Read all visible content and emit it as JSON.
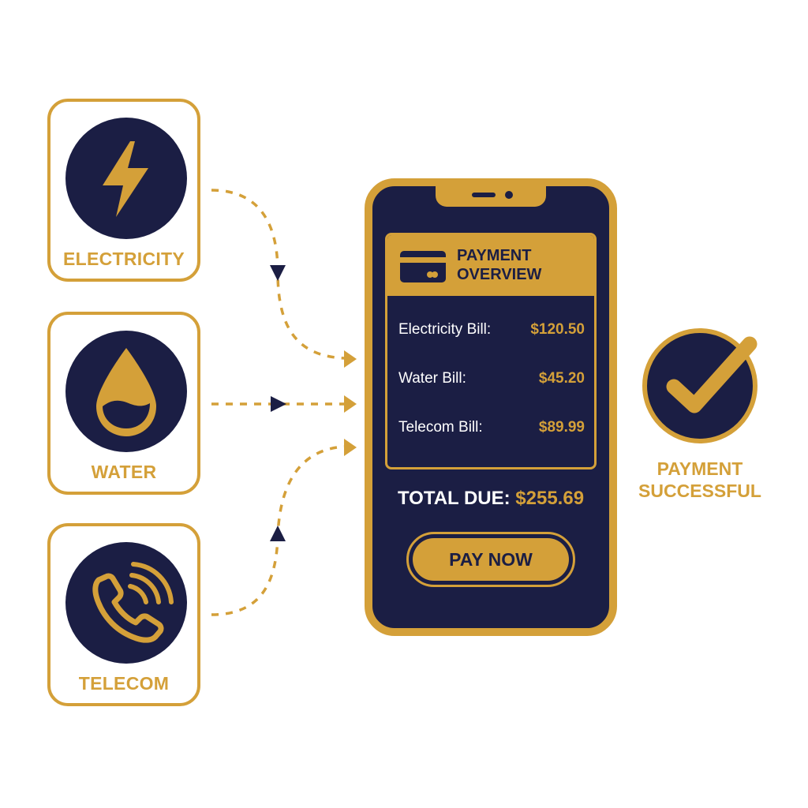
{
  "utilities": [
    {
      "label": "ELECTRICITY",
      "icon": "lightning-bolt-icon"
    },
    {
      "label": "WATER",
      "icon": "water-drop-icon"
    },
    {
      "label": "TELECOM",
      "icon": "phone-signal-icon"
    }
  ],
  "phone": {
    "overview": {
      "title": "PAYMENT\nOVERVIEW",
      "icon": "credit-card-icon",
      "bills": [
        {
          "label": "Electricity Bill:",
          "amount": "$120.50"
        },
        {
          "label": "Water Bill:",
          "amount": "$45.20"
        },
        {
          "label": "Telecom Bill:",
          "amount": "$89.99"
        }
      ]
    },
    "total": {
      "label": "TOTAL DUE:",
      "amount": "$255.69"
    },
    "pay_button": "PAY NOW"
  },
  "success": {
    "icon": "check-circle-icon",
    "line1": "PAYMENT",
    "line2": "SUCCESSFUL"
  },
  "colors": {
    "gold": "#d4a039",
    "navy": "#1b1e44",
    "background": "#ffffff"
  }
}
